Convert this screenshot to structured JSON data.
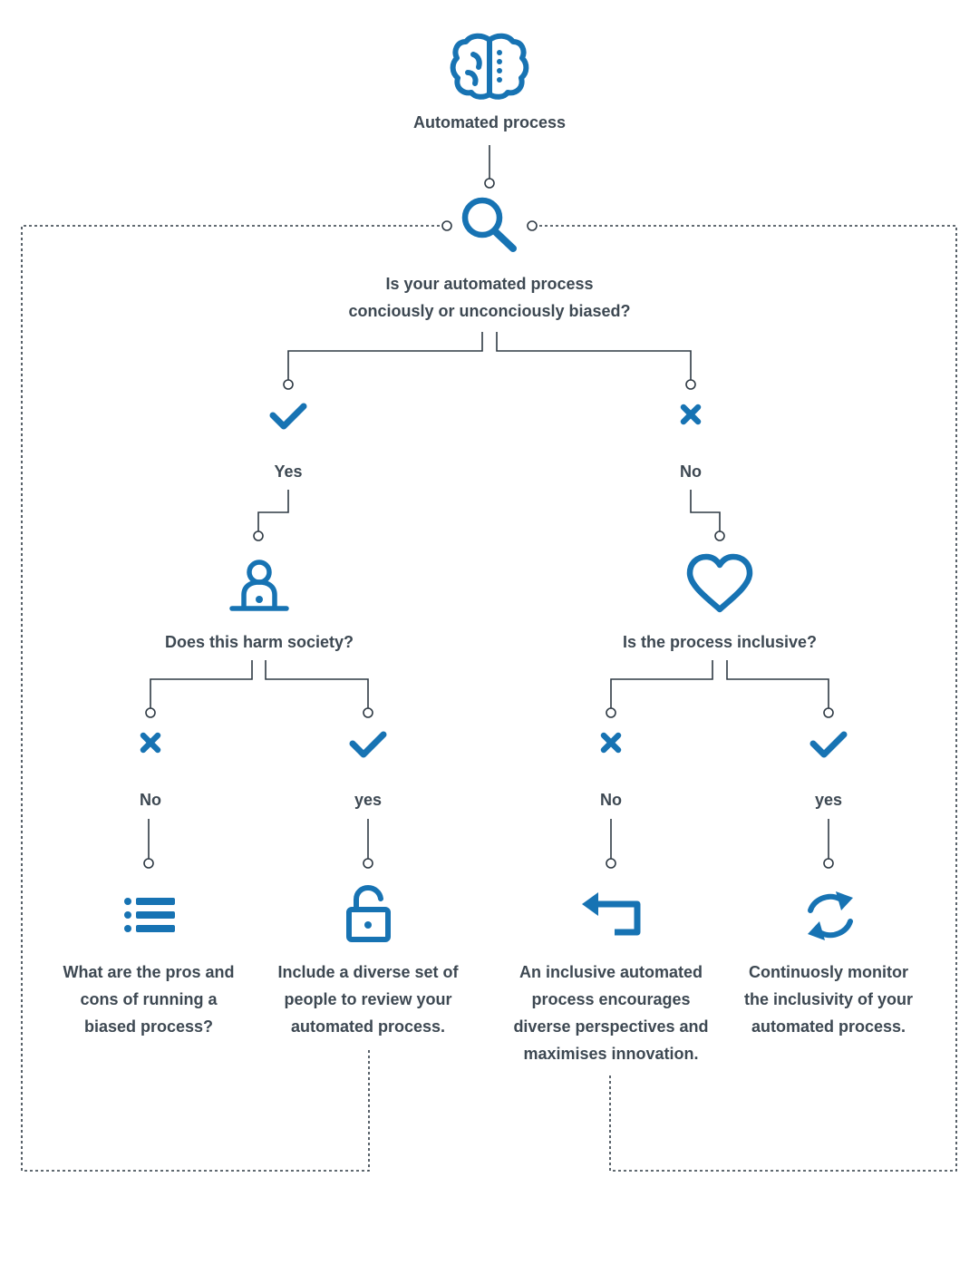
{
  "colors": {
    "accent": "#1773b3",
    "text": "#3d4852",
    "line": "#2f3a44"
  },
  "nodes": {
    "root": {
      "icon": "brain-icon",
      "lines": [
        "Automated process"
      ]
    },
    "question": {
      "icon": "search-icon",
      "lines": [
        "Is your automated process",
        "conciously or unconciously biased?"
      ]
    },
    "yes_branch": {
      "icon": "check-icon",
      "lines": [
        "Yes"
      ]
    },
    "no_branch": {
      "icon": "x-icon",
      "lines": [
        "No"
      ]
    },
    "harm": {
      "icon": "person-icon",
      "lines": [
        "Does this harm society?"
      ]
    },
    "inclusive": {
      "icon": "heart-icon",
      "lines": [
        "Is the process inclusive?"
      ]
    },
    "harm_no": {
      "icon": "x-icon",
      "lines": [
        "No"
      ]
    },
    "harm_yes": {
      "icon": "check-icon",
      "lines": [
        "yes"
      ]
    },
    "incl_no": {
      "icon": "x-icon",
      "lines": [
        "No"
      ]
    },
    "incl_yes": {
      "icon": "check-icon",
      "lines": [
        "yes"
      ]
    },
    "pros_cons": {
      "icon": "list-icon",
      "lines": [
        "What are the pros and",
        "cons of running a",
        "biased process?"
      ]
    },
    "diverse": {
      "icon": "unlock-icon",
      "lines": [
        "Include a diverse set of",
        "people to review your",
        "automated process."
      ]
    },
    "encourages": {
      "icon": "return-arrow-icon",
      "lines": [
        "An inclusive automated",
        "process encourages",
        "diverse perspectives and",
        "maximises innovation."
      ]
    },
    "monitor": {
      "icon": "refresh-icon",
      "lines": [
        "Continuosly monitor",
        "the inclusivity of your",
        "automated process."
      ]
    }
  }
}
